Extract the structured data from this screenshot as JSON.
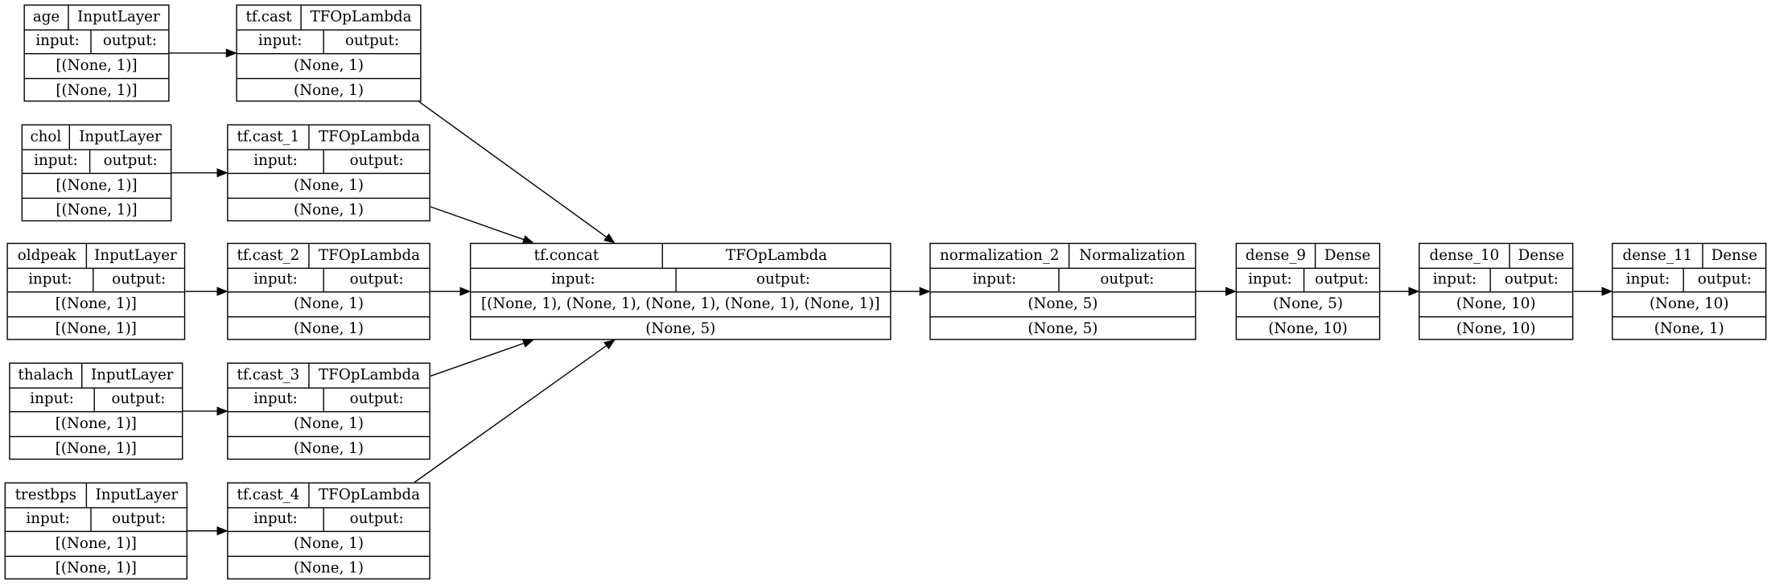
{
  "nodes": [
    {
      "id": "age",
      "name": "age",
      "type": "InputLayer",
      "input_label": "input:",
      "output_label": "output:",
      "input_value": "[(None, 1)]",
      "output_value": "[(None, 1)]"
    },
    {
      "id": "tf_cast",
      "name": "tf.cast",
      "type": "TFOpLambda",
      "input_label": "input:",
      "output_label": "output:",
      "input_value": "(None, 1)",
      "output_value": "(None, 1)"
    },
    {
      "id": "chol",
      "name": "chol",
      "type": "InputLayer",
      "input_label": "input:",
      "output_label": "output:",
      "input_value": "[(None, 1)]",
      "output_value": "[(None, 1)]"
    },
    {
      "id": "tf_cast_1",
      "name": "tf.cast_1",
      "type": "TFOpLambda",
      "input_label": "input:",
      "output_label": "output:",
      "input_value": "(None, 1)",
      "output_value": "(None, 1)"
    },
    {
      "id": "oldpeak",
      "name": "oldpeak",
      "type": "InputLayer",
      "input_label": "input:",
      "output_label": "output:",
      "input_value": "[(None, 1)]",
      "output_value": "[(None, 1)]"
    },
    {
      "id": "tf_cast_2",
      "name": "tf.cast_2",
      "type": "TFOpLambda",
      "input_label": "input:",
      "output_label": "output:",
      "input_value": "(None, 1)",
      "output_value": "(None, 1)"
    },
    {
      "id": "thalach",
      "name": "thalach",
      "type": "InputLayer",
      "input_label": "input:",
      "output_label": "output:",
      "input_value": "[(None, 1)]",
      "output_value": "[(None, 1)]"
    },
    {
      "id": "tf_cast_3",
      "name": "tf.cast_3",
      "type": "TFOpLambda",
      "input_label": "input:",
      "output_label": "output:",
      "input_value": "(None, 1)",
      "output_value": "(None, 1)"
    },
    {
      "id": "trestbps",
      "name": "trestbps",
      "type": "InputLayer",
      "input_label": "input:",
      "output_label": "output:",
      "input_value": "[(None, 1)]",
      "output_value": "[(None, 1)]"
    },
    {
      "id": "tf_cast_4",
      "name": "tf.cast_4",
      "type": "TFOpLambda",
      "input_label": "input:",
      "output_label": "output:",
      "input_value": "(None, 1)",
      "output_value": "(None, 1)"
    },
    {
      "id": "tf_concat",
      "name": "tf.concat",
      "type": "TFOpLambda",
      "input_label": "input:",
      "output_label": "output:",
      "input_value": "[(None, 1), (None, 1), (None, 1), (None, 1), (None, 1)]",
      "output_value": "(None, 5)"
    },
    {
      "id": "normalization_2",
      "name": "normalization_2",
      "type": "Normalization",
      "input_label": "input:",
      "output_label": "output:",
      "input_value": "(None, 5)",
      "output_value": "(None, 5)"
    },
    {
      "id": "dense_9",
      "name": "dense_9",
      "type": "Dense",
      "input_label": "input:",
      "output_label": "output:",
      "input_value": "(None, 5)",
      "output_value": "(None, 10)"
    },
    {
      "id": "dense_10",
      "name": "dense_10",
      "type": "Dense",
      "input_label": "input:",
      "output_label": "output:",
      "input_value": "(None, 10)",
      "output_value": "(None, 10)"
    },
    {
      "id": "dense_11",
      "name": "dense_11",
      "type": "Dense",
      "input_label": "input:",
      "output_label": "output:",
      "input_value": "(None, 10)",
      "output_value": "(None, 1)"
    }
  ],
  "edges": [
    {
      "from": "age",
      "to": "tf_cast"
    },
    {
      "from": "chol",
      "to": "tf_cast_1"
    },
    {
      "from": "oldpeak",
      "to": "tf_cast_2"
    },
    {
      "from": "thalach",
      "to": "tf_cast_3"
    },
    {
      "from": "trestbps",
      "to": "tf_cast_4"
    },
    {
      "from": "tf_cast",
      "to": "tf_concat"
    },
    {
      "from": "tf_cast_1",
      "to": "tf_concat"
    },
    {
      "from": "tf_cast_2",
      "to": "tf_concat"
    },
    {
      "from": "tf_cast_3",
      "to": "tf_concat"
    },
    {
      "from": "tf_cast_4",
      "to": "tf_concat"
    },
    {
      "from": "tf_concat",
      "to": "normalization_2"
    },
    {
      "from": "normalization_2",
      "to": "dense_9"
    },
    {
      "from": "dense_9",
      "to": "dense_10"
    },
    {
      "from": "dense_10",
      "to": "dense_11"
    }
  ]
}
